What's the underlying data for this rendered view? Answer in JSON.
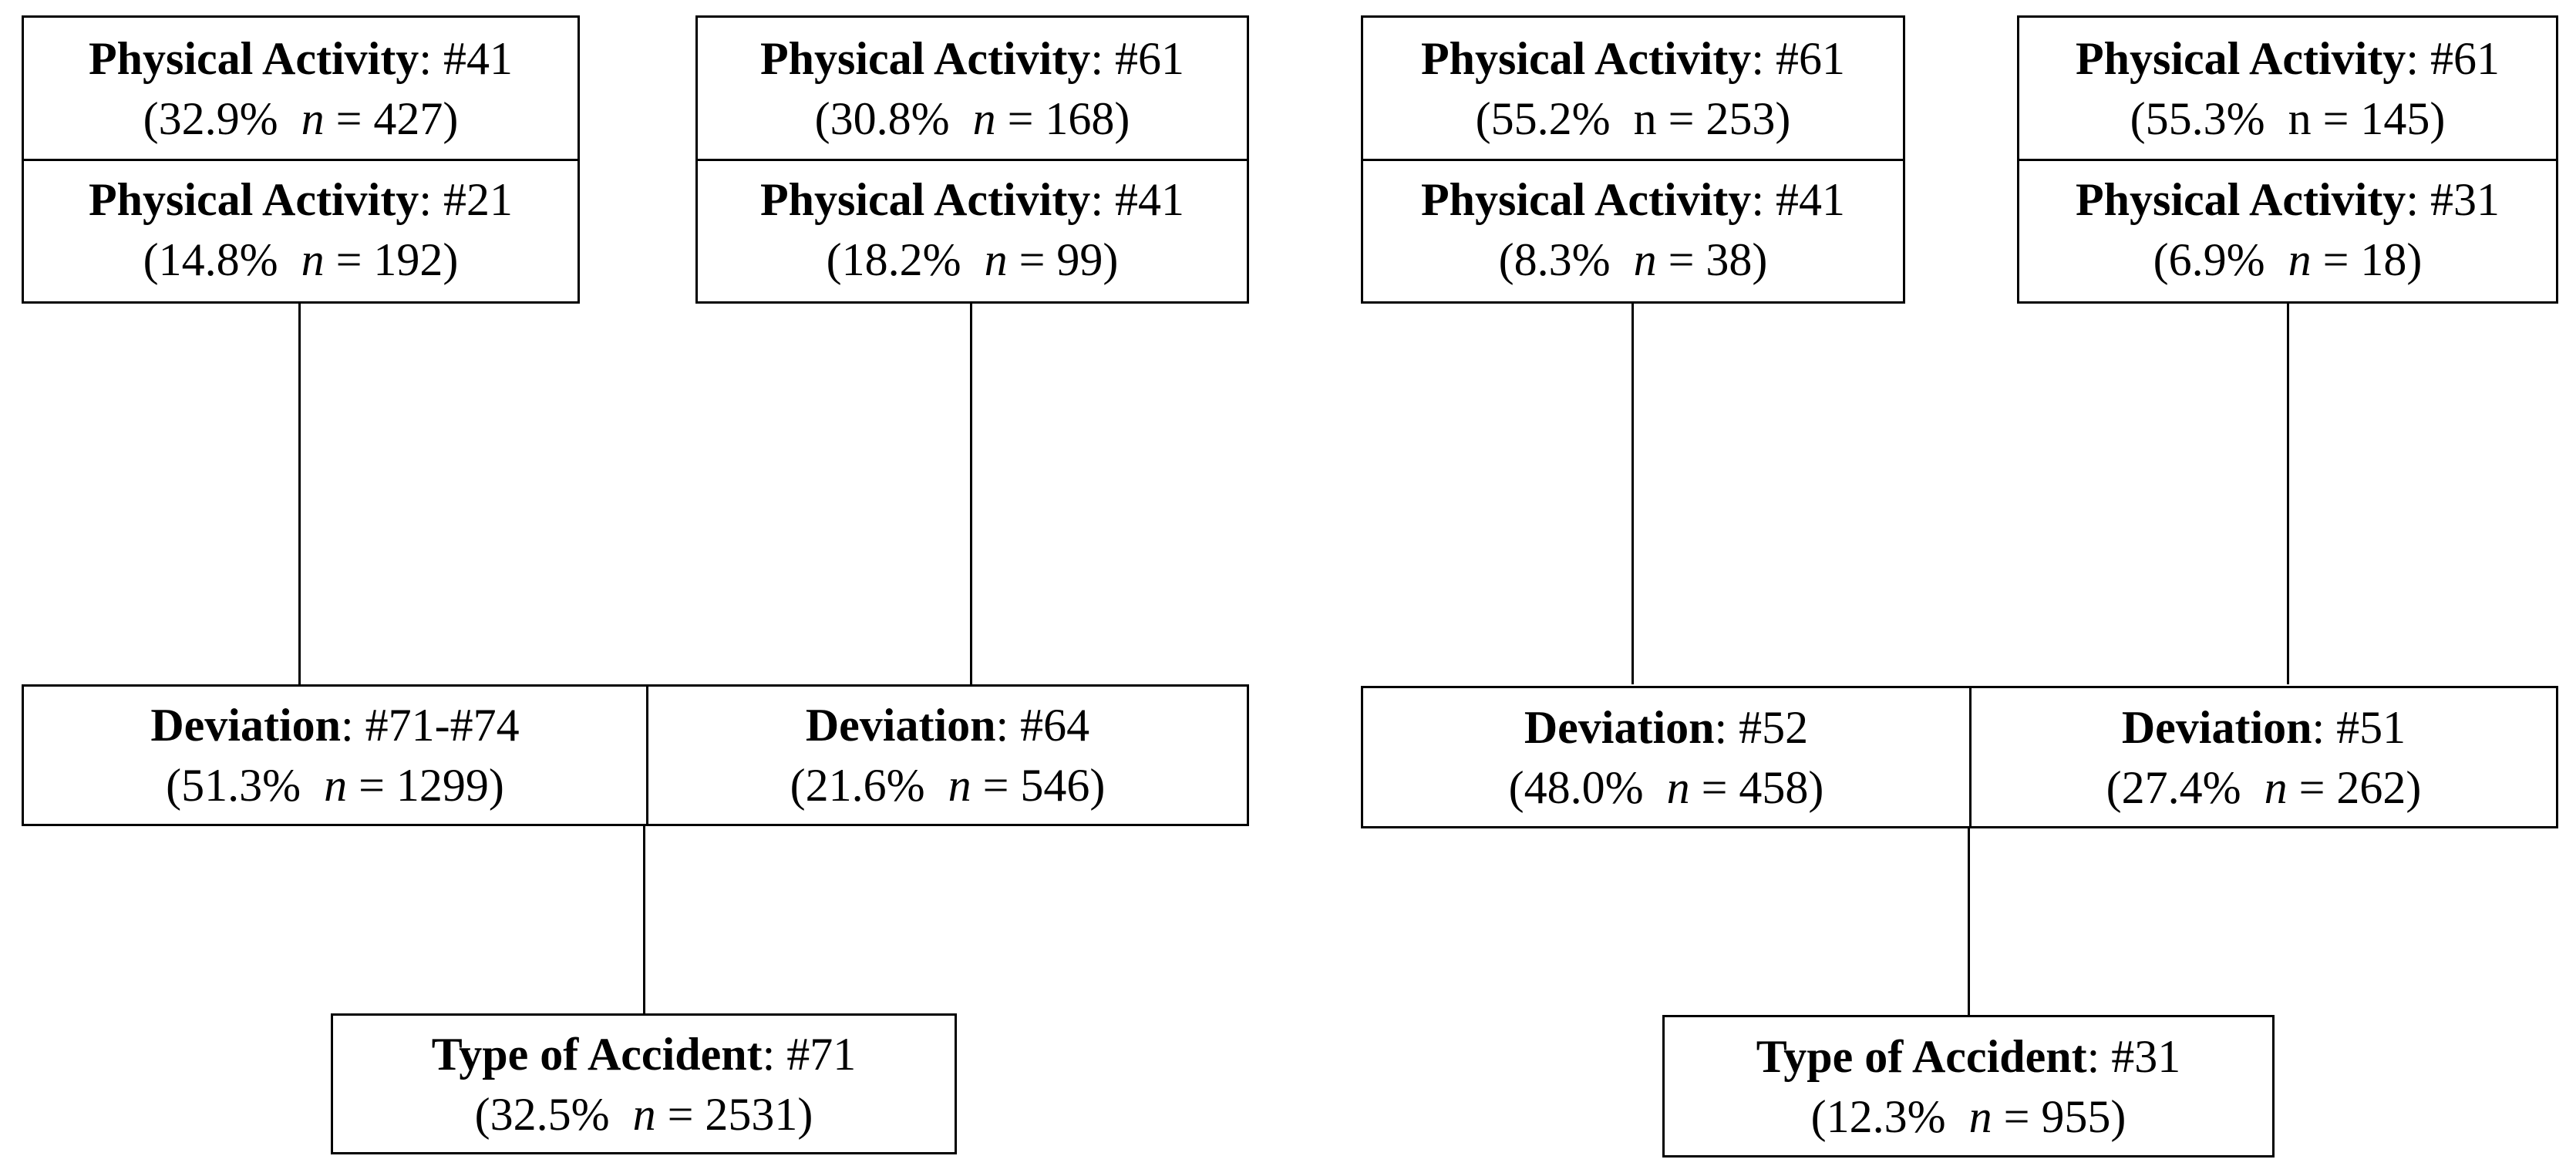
{
  "left_tree": {
    "activity_a": {
      "first": {
        "label": "Physical Activity",
        "code": ": #41",
        "pct": "(32.9%",
        "n_var": "n",
        "n_eq": " = 427)"
      },
      "second": {
        "label": "Physical Activity",
        "code": ": #21",
        "pct": "(14.8%",
        "n_var": "n",
        "n_eq": " = 192)"
      }
    },
    "activity_b": {
      "first": {
        "label": "Physical Activity",
        "code": ": #61",
        "pct": "(30.8%",
        "n_var": "n",
        "n_eq": " = 168)"
      },
      "second": {
        "label": "Physical Activity",
        "code": ": #41",
        "pct": "(18.2%",
        "n_var": "n",
        "n_eq": " = 99)"
      }
    },
    "deviation_a": {
      "label": "Deviation",
      "code": ": #71-#74",
      "pct": "(51.3%",
      "n_var": "n",
      "n_eq": " = 1299)"
    },
    "deviation_b": {
      "label": "Deviation",
      "code": ": #64",
      "pct": "(21.6%",
      "n_var": "n",
      "n_eq": " = 546)"
    },
    "accident": {
      "label": "Type of Accident",
      "code": ": #71",
      "pct": "(32.5%",
      "n_var": "n",
      "n_eq": " = 2531)"
    }
  },
  "right_tree": {
    "activity_a": {
      "first": {
        "label": "Physical Activity",
        "code": ": #61",
        "pct": "(55.2%",
        "n_var": "n",
        "n_eq": " = 253)"
      },
      "second": {
        "label": "Physical Activity",
        "code": ": #41",
        "pct": "(8.3%",
        "n_var": "n",
        "n_eq": " = 38)"
      }
    },
    "activity_b": {
      "first": {
        "label": "Physical Activity",
        "code": ": #61",
        "pct": "(55.3%",
        "n_var": "n",
        "n_eq": " = 145)"
      },
      "second": {
        "label": "Physical Activity",
        "code": ": #31",
        "pct": "(6.9%",
        "n_var": "n",
        "n_eq": " = 18)"
      }
    },
    "deviation_a": {
      "label": "Deviation",
      "code": ": #52",
      "pct": "(48.0%",
      "n_var": "n",
      "n_eq": " = 458)"
    },
    "deviation_b": {
      "label": "Deviation",
      "code": ": #51",
      "pct": "(27.4%",
      "n_var": "n",
      "n_eq": " = 262)"
    },
    "accident": {
      "label": "Type of Accident",
      "code": ": #31",
      "pct": "(12.3%",
      "n_var": "n",
      "n_eq": " = 955)"
    }
  }
}
